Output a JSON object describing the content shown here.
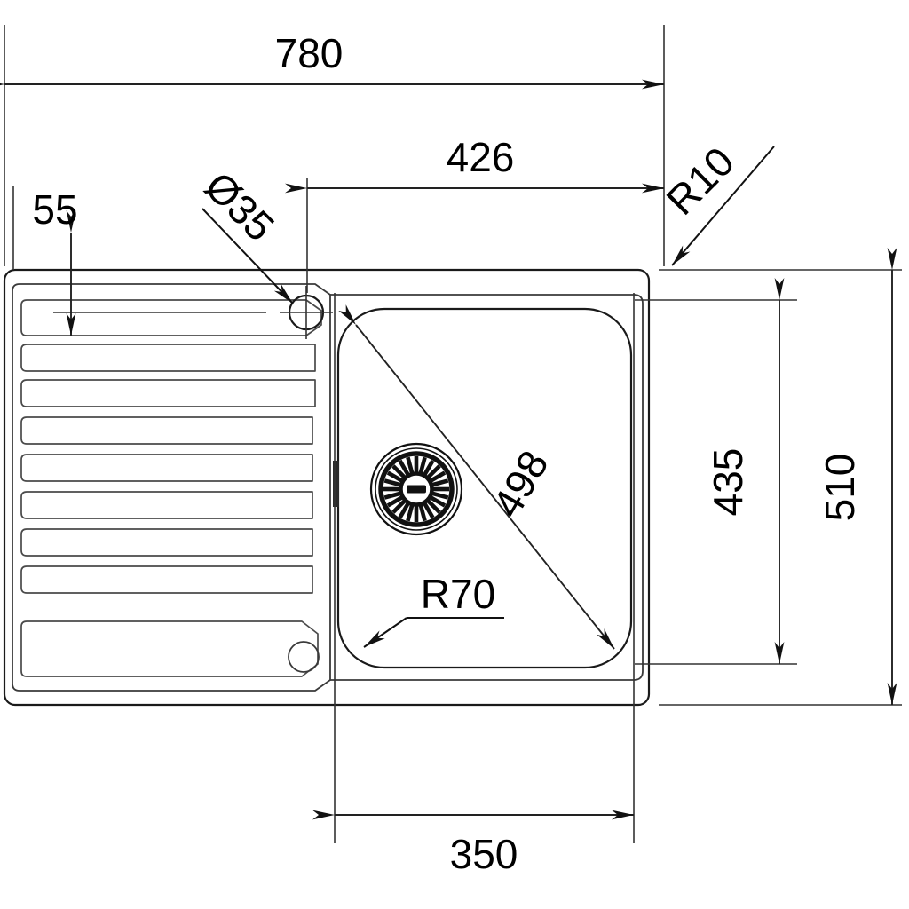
{
  "drawing": {
    "title": "Kitchen sink dimensional drawing",
    "type": "technical-drawing",
    "units": "mm",
    "background_color": "#ffffff",
    "line_color": "#1a1a1a"
  },
  "dimensions": {
    "overall_width": "780",
    "overall_depth": "510",
    "bowl_offset_right": "426",
    "faucet_hole_offset_top": "55",
    "faucet_hole_diameter": "Ø35",
    "corner_radius_outer": "R10",
    "bowl_corner_radius": "R70",
    "bowl_diagonal": "498",
    "bowl_depth_vertical": "435",
    "bowl_width": "350"
  },
  "labels": [
    {
      "id": "overall-width",
      "text": "780",
      "rotation": 0
    },
    {
      "id": "bowl-offset",
      "text": "426",
      "rotation": 0
    },
    {
      "id": "faucet-offset",
      "text": "55",
      "rotation": 0
    },
    {
      "id": "faucet-diameter",
      "text": "Ø35",
      "rotation": 45
    },
    {
      "id": "outer-radius",
      "text": "R10",
      "rotation": -45
    },
    {
      "id": "bowl-radius",
      "text": "R70",
      "rotation": 0
    },
    {
      "id": "bowl-diagonal",
      "text": "498",
      "rotation": -60
    },
    {
      "id": "inner-depth",
      "text": "435",
      "rotation": -90
    },
    {
      "id": "overall-depth",
      "text": "510",
      "rotation": -90
    },
    {
      "id": "bowl-width",
      "text": "350",
      "rotation": 0
    }
  ],
  "features": {
    "drainboard_grooves": 6,
    "drain_strainer_slots": 24,
    "overflow_hole": "small-circle",
    "side_notch": "bowl-left-notch"
  }
}
